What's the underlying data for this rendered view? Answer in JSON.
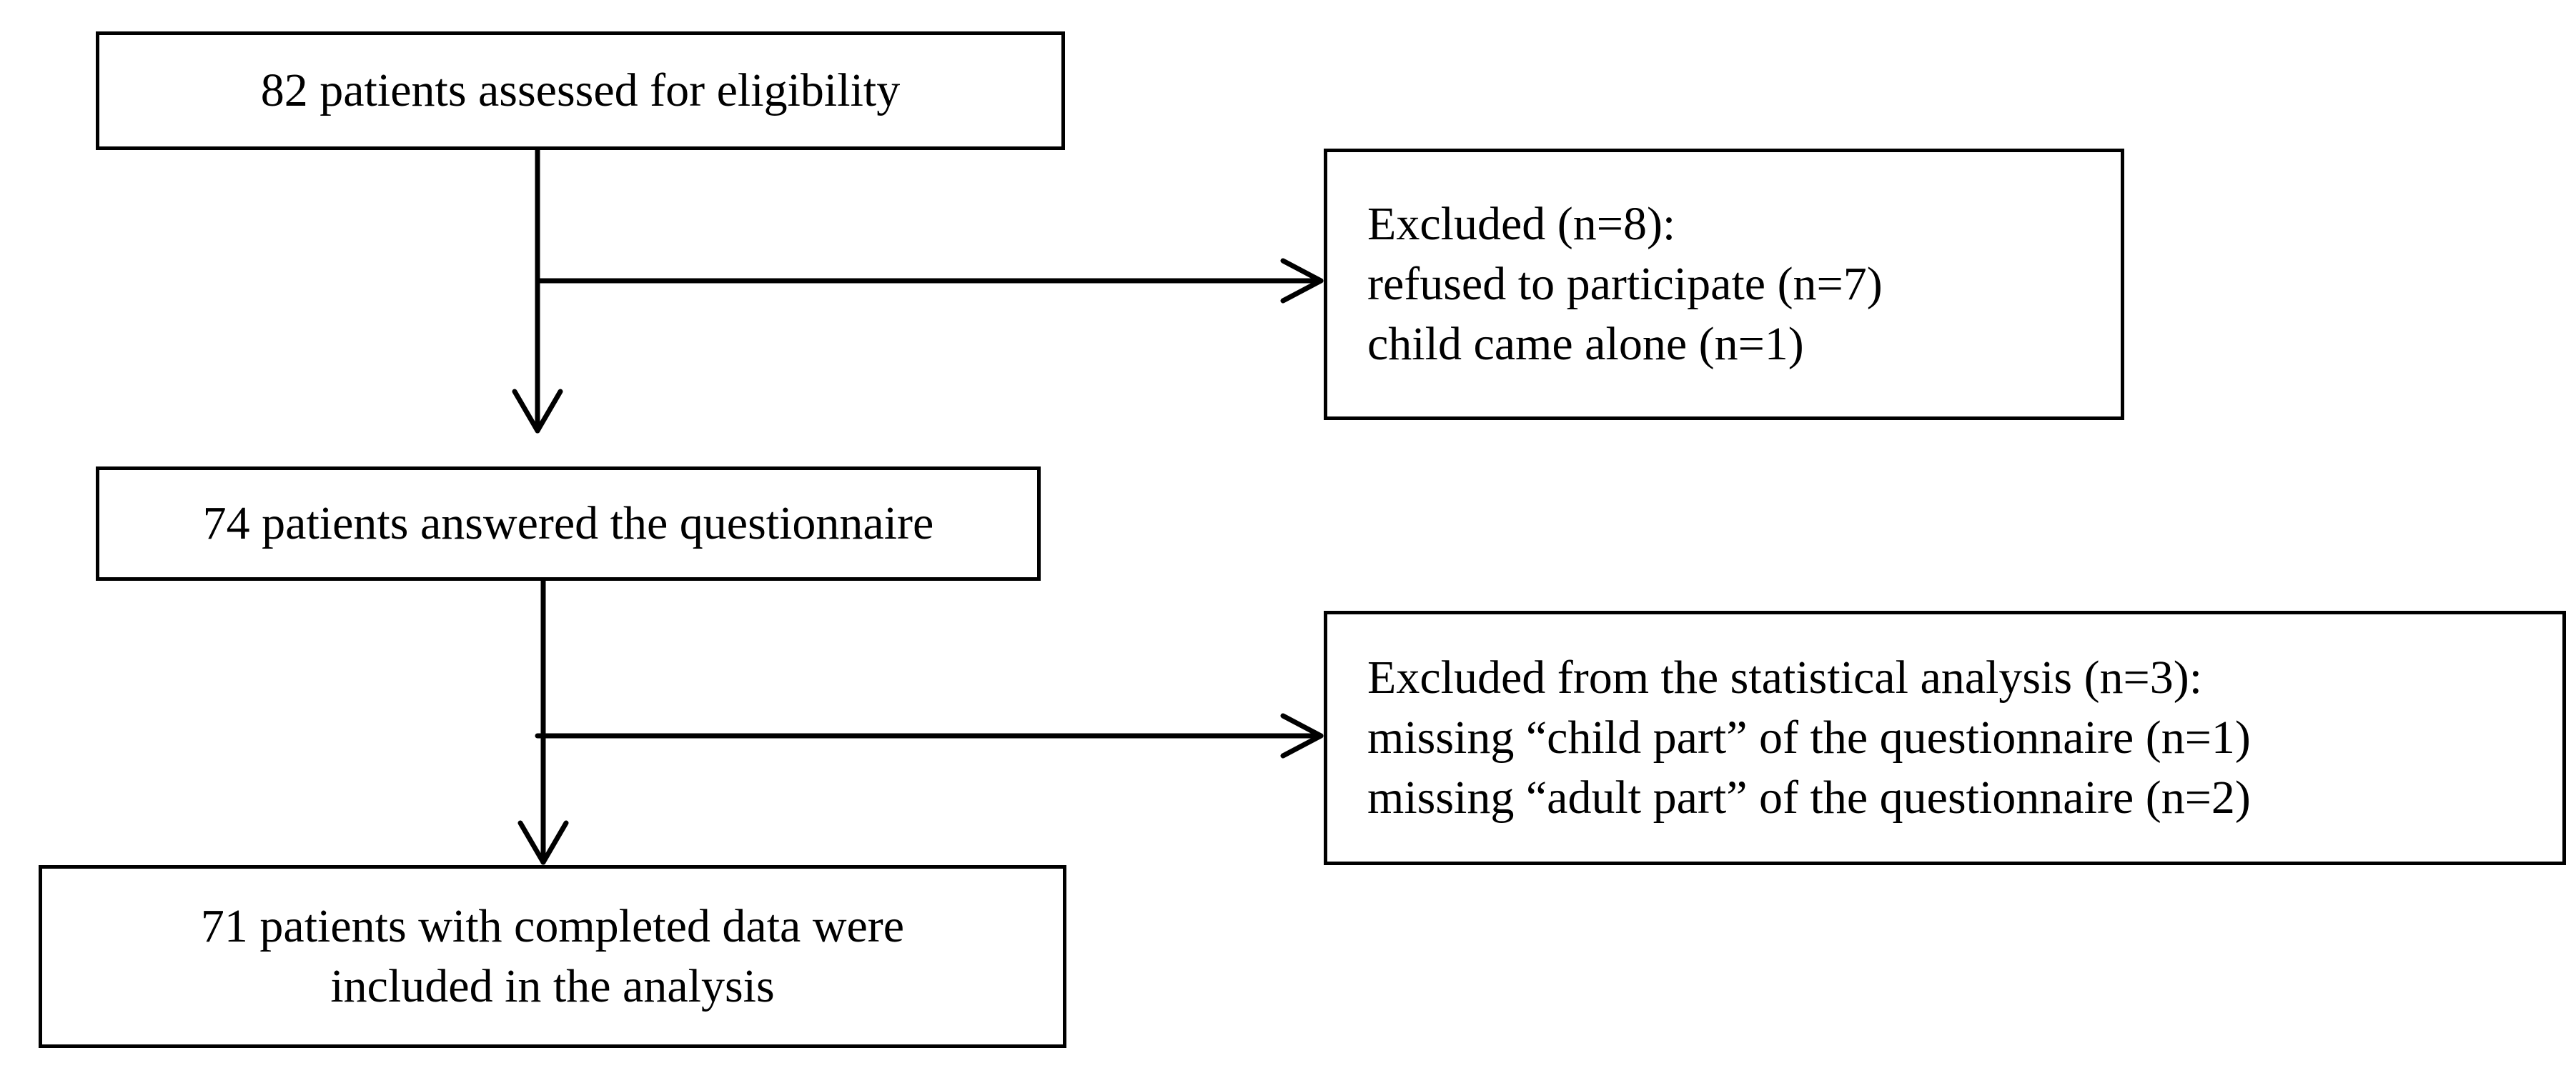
{
  "flowchart": {
    "assessed": {
      "text": "82 patients assessed for eligibility"
    },
    "excluded_first": {
      "lines": [
        "Excluded (n=8):",
        "refused to participate (n=7)",
        "child came alone (n=1)"
      ]
    },
    "answered": {
      "text": "74 patients answered the questionnaire"
    },
    "excluded_second": {
      "lines": [
        "Excluded from the statistical analysis (n=3):",
        "missing “child part” of the questionnaire (n=1)",
        "missing “adult part” of the questionnaire (n=2)"
      ]
    },
    "included": {
      "lines": [
        "71 patients with completed data were",
        "included in the analysis"
      ]
    },
    "colors": {
      "stroke": "#000000",
      "background": "#ffffff"
    }
  }
}
